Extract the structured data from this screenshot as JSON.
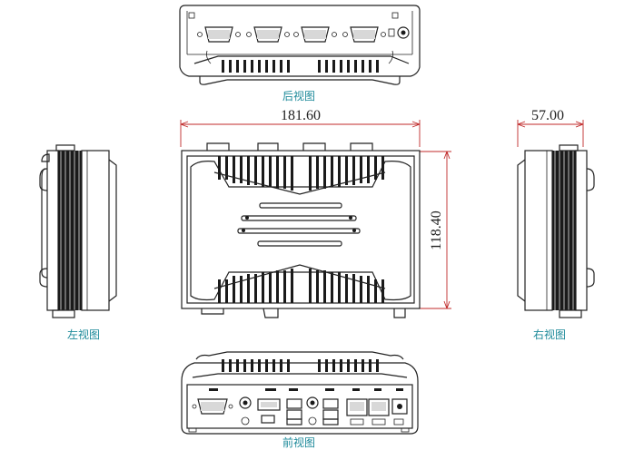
{
  "views": {
    "rear": "后视图",
    "left": "左视图",
    "right": "右视图",
    "front": "前视图"
  },
  "dimensions": {
    "width": "181.60",
    "height": "118.40",
    "depth": "57.00"
  }
}
